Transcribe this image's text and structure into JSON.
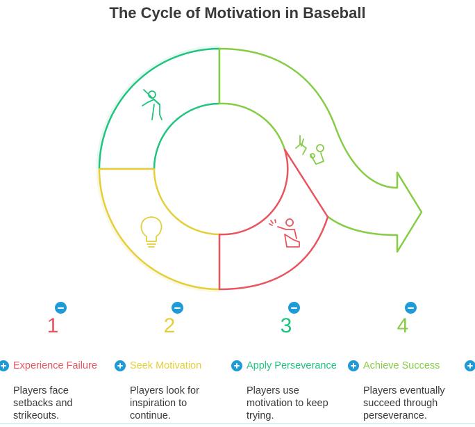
{
  "title": "The Cycle of Motivation in Baseball",
  "colors": {
    "failure": "#e8555f",
    "motivation": "#e4cf3a",
    "perseverance": "#1fc47e",
    "success": "#86cc45",
    "toggle": "#1e9bd7"
  },
  "steps": [
    {
      "number": "1",
      "label": "Experience Failure",
      "description": "Players face setbacks and strikeouts.",
      "icon": "baseball-slide-icon"
    },
    {
      "number": "2",
      "label": "Seek Motivation",
      "description": "Players look for inspiration to continue.",
      "icon": "lightbulb-icon"
    },
    {
      "number": "3",
      "label": "Apply Perseverance",
      "description": "Players use motivation to keep trying.",
      "icon": "batter-icon"
    },
    {
      "number": "4",
      "label": "Achieve Success",
      "description": "Players eventually succeed through perseverance.",
      "icon": "celebrating-player-icon"
    }
  ]
}
